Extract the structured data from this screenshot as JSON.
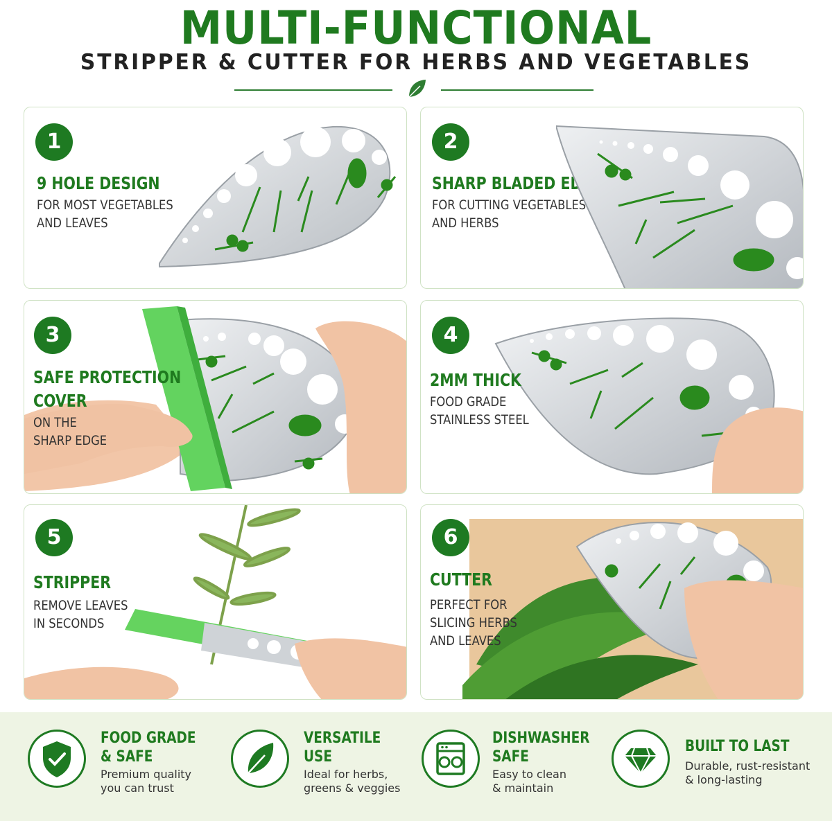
{
  "header": {
    "title": "MULTI-FUNCTIONAL",
    "subtitle": "STRIPPER & CUTTER FOR HERBS AND VEGETABLES"
  },
  "cards": [
    {
      "number": "1",
      "title": "9 HOLE DESIGN",
      "desc": [
        "FOR MOST VEGETABLES",
        "AND LEAVES"
      ]
    },
    {
      "number": "2",
      "title": "SHARP BLADED EDGE",
      "desc": [
        "FOR CUTTING VEGETABLES",
        "AND HERBS"
      ]
    },
    {
      "number": "3",
      "title": [
        "SAFE PROTECTION",
        "COVER"
      ],
      "desc": [
        "ON THE",
        "SHARP EDGE"
      ]
    },
    {
      "number": "4",
      "title": "2MM THICK",
      "desc": [
        "FOOD GRADE",
        "STAINLESS STEEL"
      ]
    },
    {
      "number": "5",
      "title": "STRIPPER",
      "desc": [
        "REMOVE LEAVES",
        "IN SECONDS"
      ]
    },
    {
      "number": "6",
      "title": "CUTTER",
      "desc": [
        "PERFECT FOR",
        "SLICING HERBS",
        "AND LEAVES"
      ]
    }
  ],
  "features": [
    {
      "icon": "shield-check-icon",
      "title": [
        "FOOD GRADE",
        "& SAFE"
      ],
      "desc": [
        "Premium quality",
        "you can trust"
      ]
    },
    {
      "icon": "leaf-icon",
      "title": [
        "VERSATILE",
        "USE"
      ],
      "desc": [
        "Ideal for herbs,",
        "greens & veggies"
      ]
    },
    {
      "icon": "dishwasher-icon",
      "title": [
        "DISHWASHER",
        "SAFE"
      ],
      "desc": [
        "Easy to clean",
        "& maintain"
      ]
    },
    {
      "icon": "diamond-icon",
      "title": [
        "BUILT TO LAST"
      ],
      "desc": [
        "Durable, rust-resistant",
        "& long-lasting"
      ]
    }
  ],
  "colors": {
    "brand_green": "#1e7a22",
    "light_green": "#6fd46a",
    "steel": "#d9dde0",
    "footer_bg": "#eef4e4"
  }
}
